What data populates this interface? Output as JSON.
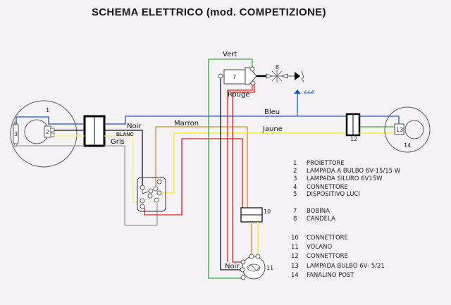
{
  "title": "SCHEMA ELETTRICO  (mod. COMPETIZIONE)",
  "colors": {
    "bleu": "#1f55c4",
    "noir": "#111111",
    "blanc": "#f2ef70",
    "gris": "#9a9a9a",
    "marron": "#d08a2a",
    "jaune": "#ffee00",
    "rouge": "#e02020",
    "vert": "#3aaa3a"
  },
  "wire_labels": {
    "vert": "Vert",
    "rouge": "Rouge",
    "bleu": "Bleu",
    "noir": "Noir",
    "marron": "Marron",
    "jaune": "Jaune",
    "blanc": "BLANC",
    "gris": "Gris",
    "noir_bottom": "Noir"
  },
  "component_numbers": {
    "n1": "1",
    "n2": "2",
    "n3": "3",
    "n7": "7",
    "n8": "8",
    "n10": "10",
    "n11": "11",
    "n12": "12",
    "n13": "13",
    "n14": "14"
  },
  "legend": [
    {
      "num": "1",
      "label": "PROIETTORE"
    },
    {
      "num": "2",
      "label": "LAMPADA  A  BULBO  6V-15/15 W"
    },
    {
      "num": "3",
      "label": "LAMPADA  SILURO  6V15W"
    },
    {
      "num": "4",
      "label": "CONNETTORE"
    },
    {
      "num": "5",
      "label": "DISPOSITIVO  LUCI"
    },
    {
      "num": "7",
      "label": "BOBINA"
    },
    {
      "num": "8",
      "label": "CANDELA"
    },
    {
      "num": "10",
      "label": "CONNETTORE"
    },
    {
      "num": "11",
      "label": "VOLANO"
    },
    {
      "num": "12",
      "label": " CONNETTORE"
    },
    {
      "num": "13",
      "label": "LAMPADA  BULBO   6V- 5/21"
    },
    {
      "num": "14",
      "label": "FANALINO   POST"
    }
  ]
}
